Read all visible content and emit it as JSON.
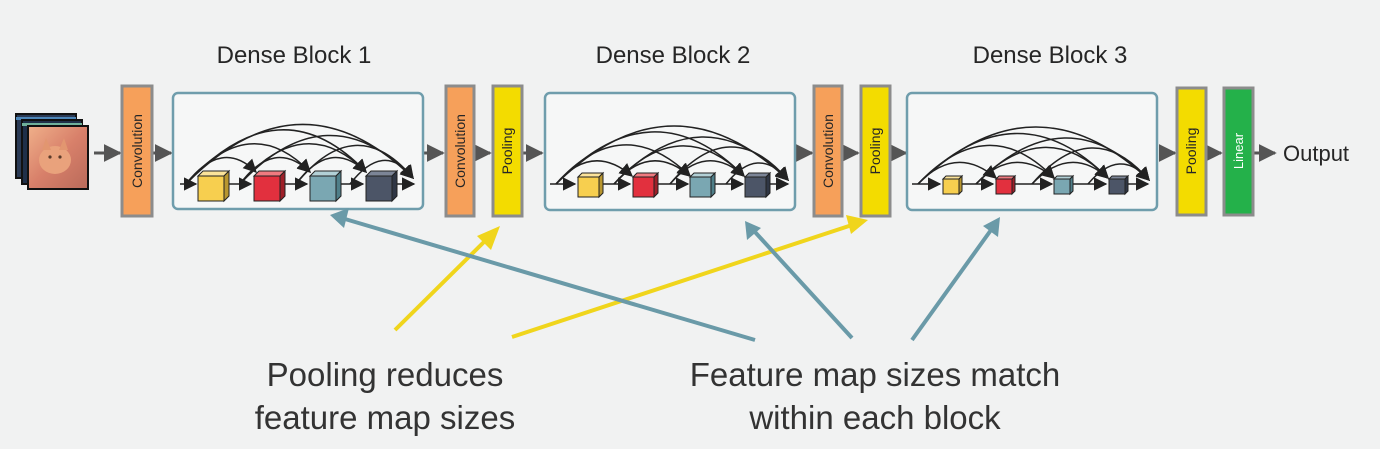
{
  "blocks": [
    {
      "title": "Dense Block 1"
    },
    {
      "title": "Dense Block 2"
    },
    {
      "title": "Dense Block 3"
    }
  ],
  "layers": {
    "conv1": "Convolution",
    "conv2": "Convolution",
    "pool2": "Pooling",
    "conv3": "Convolution",
    "pool3": "Pooling",
    "pool4": "Pooling",
    "linear": "Linear"
  },
  "output_label": "Output",
  "annotations": {
    "pooling_line1": "Pooling reduces",
    "pooling_line2": "feature map sizes",
    "feature_line1": "Feature map sizes match",
    "feature_line2": "within each block"
  },
  "colors": {
    "convolution": "#f6a05a",
    "pooling": "#f3dc00",
    "linear": "#24b14a",
    "block_border": "#6f9dac",
    "yellow_cube": "#f7cf4f",
    "red_cube": "#e2303e",
    "teal_cube": "#7aa7b2",
    "dark_cube": "#4c5567",
    "yellow_arrow": "#f0d51c",
    "blue_arrow": "#6a9aa8"
  },
  "input_image": {
    "icon": "cat-photo-stack-icon"
  }
}
